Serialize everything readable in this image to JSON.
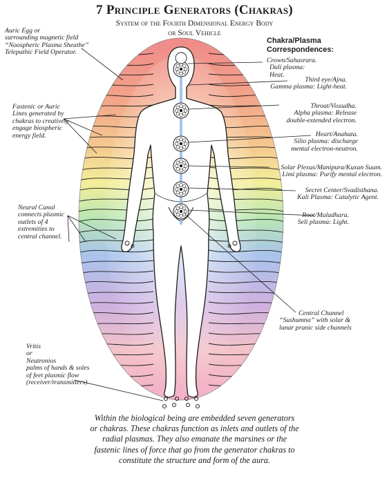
{
  "title": "7 Principle Generators (Chakras)",
  "subtitle_lines": [
    "System of the Fourth Dimensional Energy Body",
    "or Soul Vehicle"
  ],
  "left_labels": {
    "auric_egg": [
      "Auric Egg or",
      "surrounding magnetic field",
      "“Noospheric Plasma Sheathe”",
      "Telepathic Field Operator."
    ],
    "fastenic": [
      "Fastenic or Auric",
      "Lines generated by",
      "chakras to creatively",
      "engage biospheric",
      "energy field."
    ],
    "neural_canal": [
      "Neural Canal",
      "connects plasmic",
      "outlets of 4",
      "extremities to",
      "central channel."
    ],
    "vritis": [
      "Vritis",
      "or",
      "Neutronios",
      "palms of hands & soles",
      "of feet plasmic flow",
      "(receiver/transmitters)"
    ]
  },
  "correspondences_heading": [
    "Chakra/Plasma",
    "Correspondences:"
  ],
  "chakras": [
    {
      "name": "Crown/Sahasrara.",
      "plasma": [
        "Dali plasma: Heat."
      ]
    },
    {
      "name": "Third eye/Ajna.",
      "plasma": [
        "Gamma plasma: Light-heat."
      ]
    },
    {
      "name": "Throat/Vissudha.",
      "plasma": [
        "Alpha plasma: Release",
        "double-extended electron."
      ]
    },
    {
      "name": "Heart/Anahata.",
      "plasma": [
        "Silio plasma: discharge",
        "mental electron-neutron."
      ]
    },
    {
      "name": "Solar Plexus/Manipura/Kuxan Suum.",
      "plasma": [
        "Limi plasma: Purify mental electron."
      ]
    },
    {
      "name": "Secret Center/Svadisthana.",
      "plasma": [
        "Kali Plasma: Catalytic Agent."
      ]
    },
    {
      "name": "Root/Muladhara.",
      "plasma": [
        "Seli plasma: Light."
      ]
    }
  ],
  "central_channel": [
    "Central Channel",
    "“Sushumna” with solar &",
    "lunar pranic side channels"
  ],
  "caption": [
    "Within the biological being are embedded seven generators",
    "or chakras. These chakras function as inlets and outlets of the",
    "radial plasmas. They also emanate the marsines or the",
    "fastenic lines of force that go from the generator chakras to",
    "constitute the structure and form of the aura."
  ],
  "colors": {
    "aura_top": "#f08a8a",
    "aura_upper": "#f4b88a",
    "aura_yellow": "#f3ee9a",
    "aura_green": "#b9e6b4",
    "aura_blue": "#a9c4ec",
    "aura_violet": "#cfb1e0",
    "aura_bottom": "#f3b0c8",
    "line": "#1b1b1b"
  }
}
